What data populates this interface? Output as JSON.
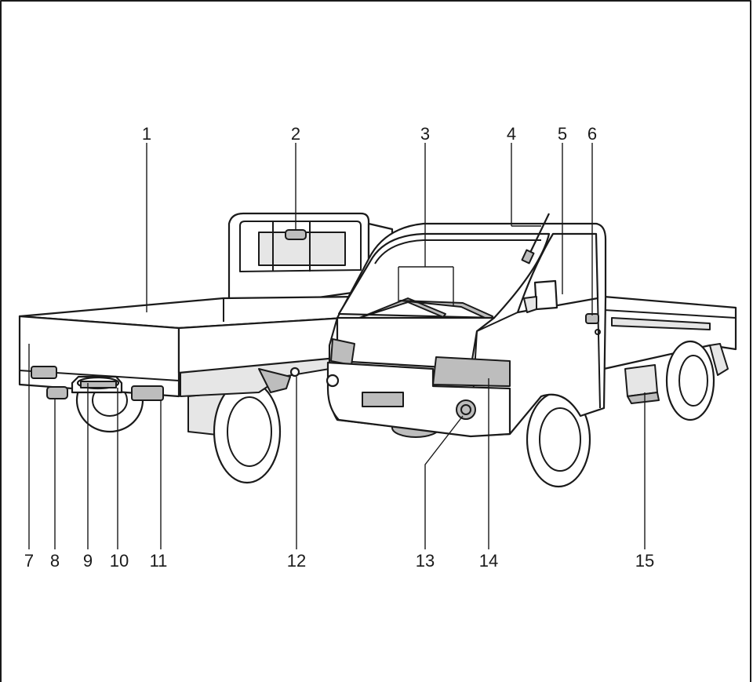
{
  "figure": {
    "callouts": [
      {
        "id": "1",
        "label": "1"
      },
      {
        "id": "2",
        "label": "2"
      },
      {
        "id": "3",
        "label": "3"
      },
      {
        "id": "4",
        "label": "4"
      },
      {
        "id": "5",
        "label": "5"
      },
      {
        "id": "6",
        "label": "6"
      },
      {
        "id": "7",
        "label": "7"
      },
      {
        "id": "8",
        "label": "8"
      },
      {
        "id": "9",
        "label": "9"
      },
      {
        "id": "10",
        "label": "10"
      },
      {
        "id": "11",
        "label": "11"
      },
      {
        "id": "12",
        "label": "12"
      },
      {
        "id": "13",
        "label": "13"
      },
      {
        "id": "14",
        "label": "14"
      },
      {
        "id": "15",
        "label": "15"
      }
    ]
  }
}
